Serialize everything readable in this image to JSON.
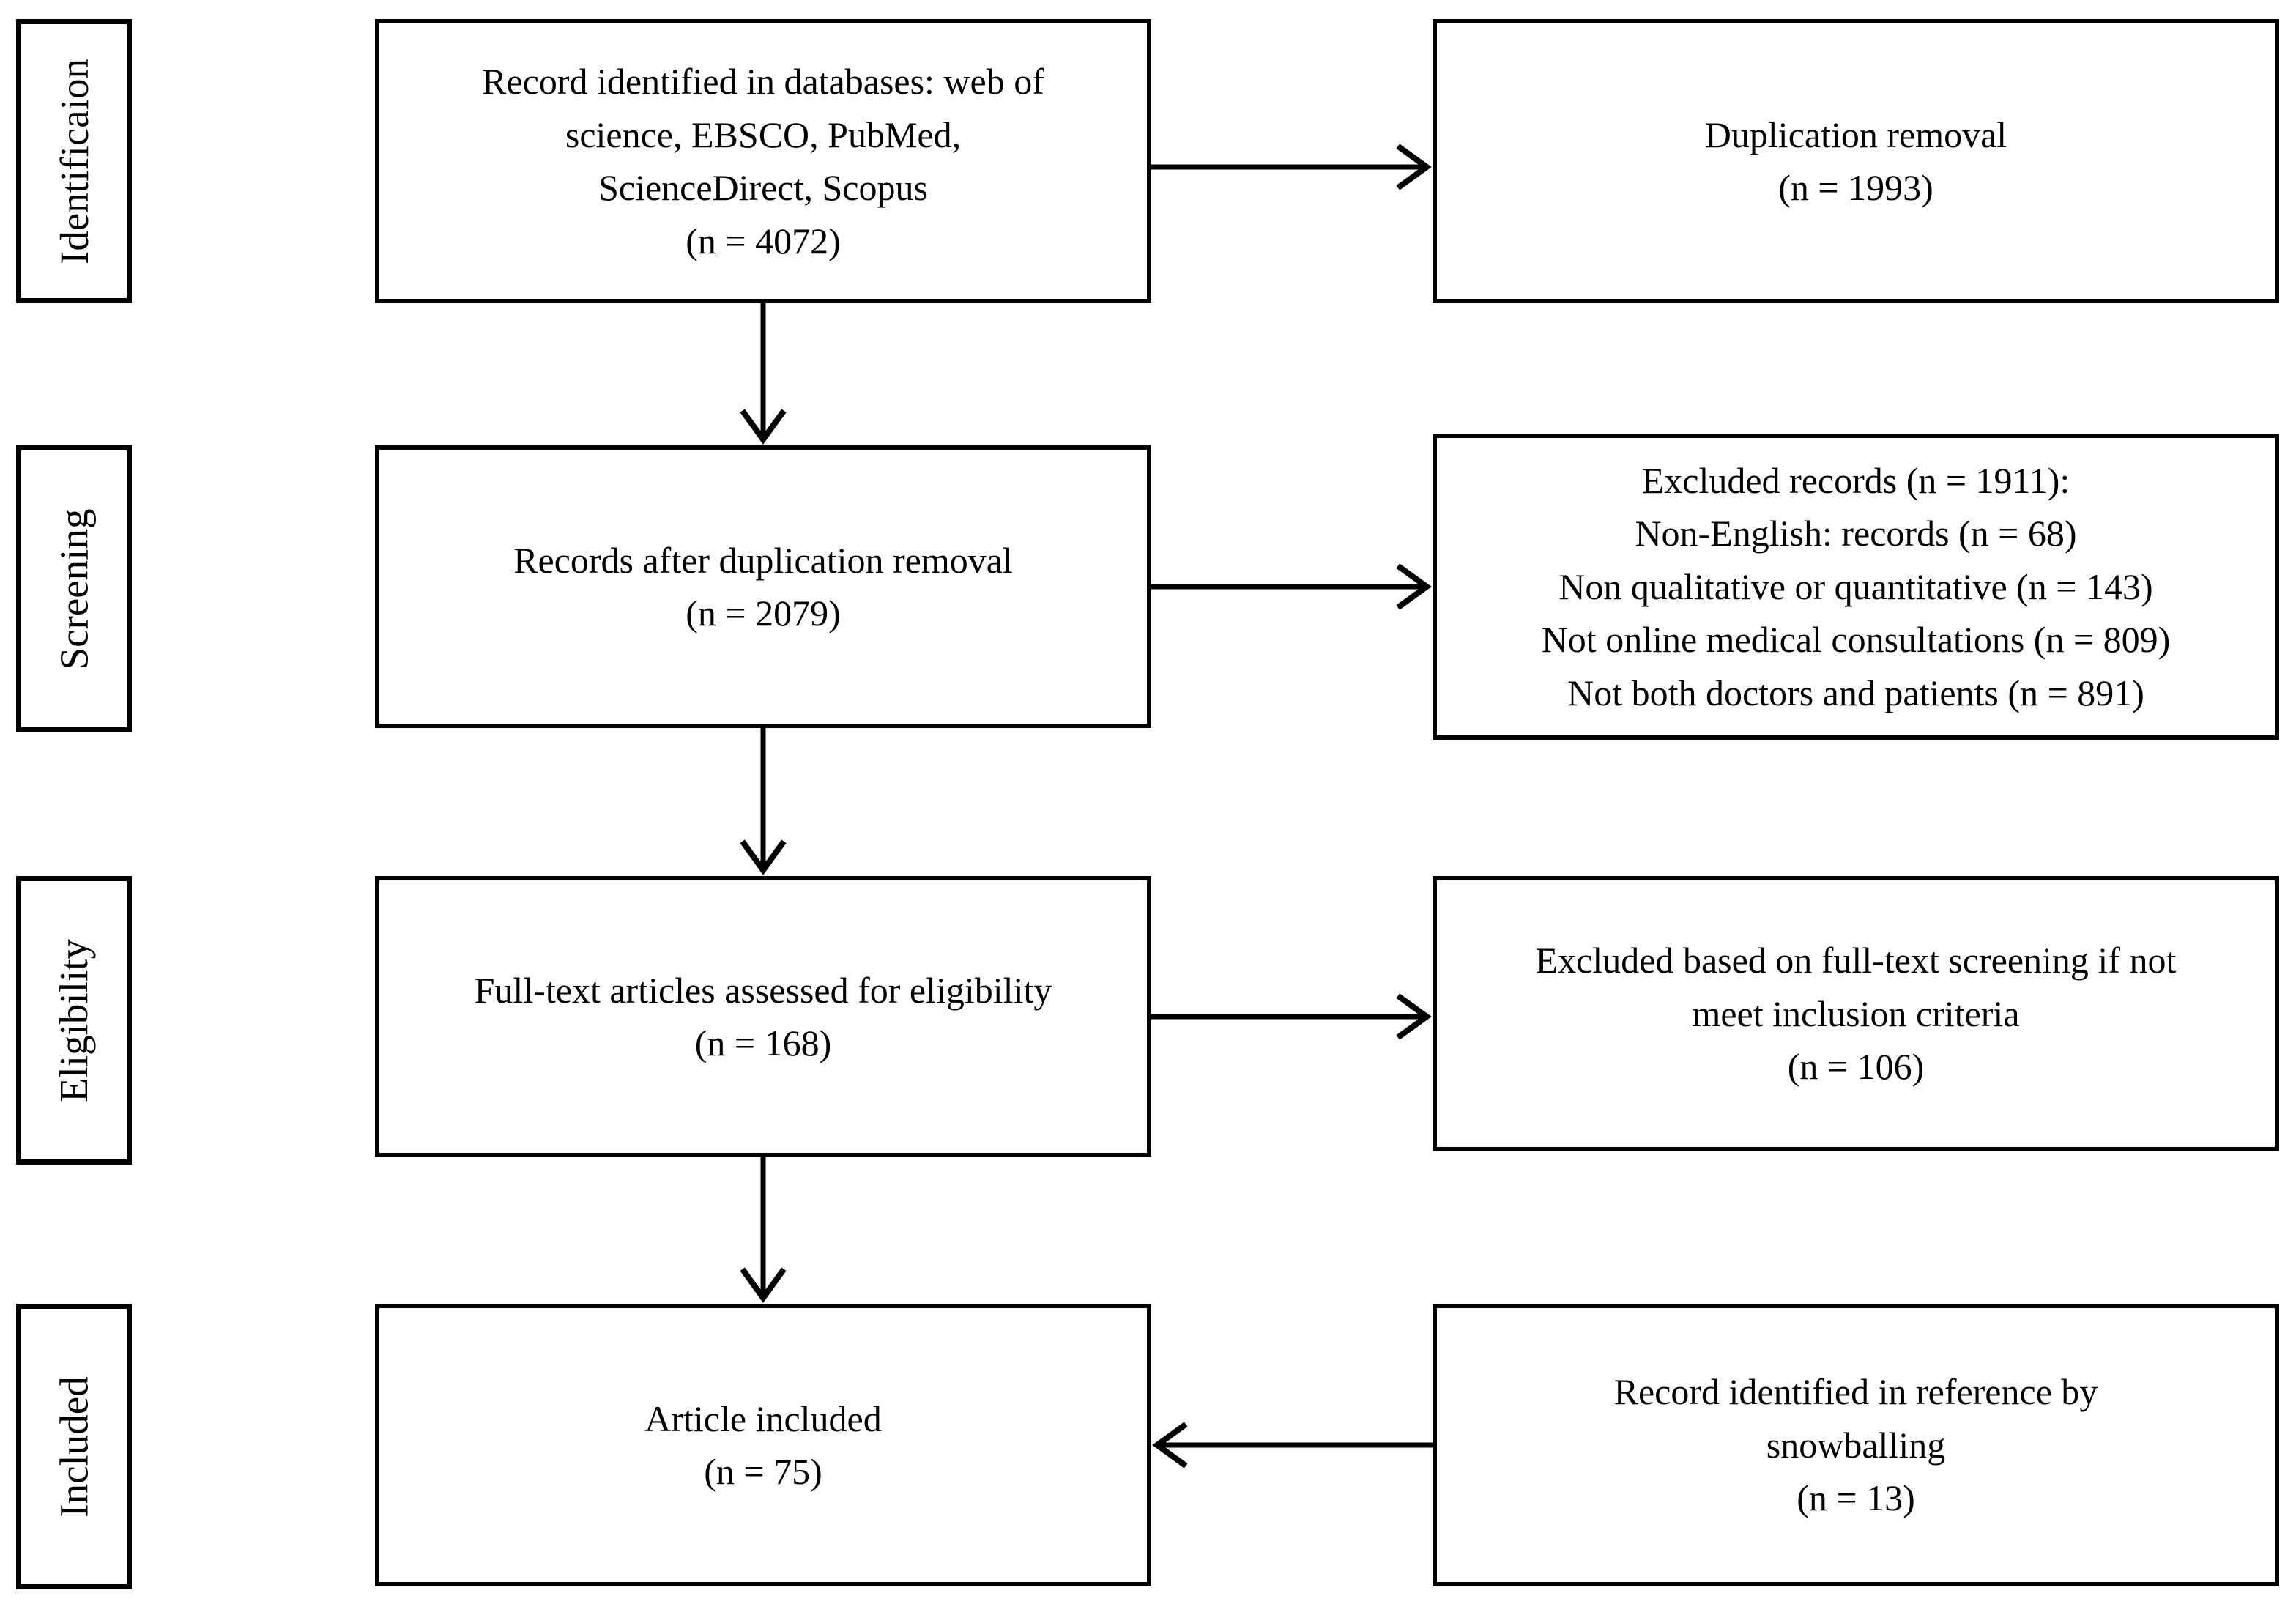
{
  "stages": [
    {
      "label": "Identificaion"
    },
    {
      "label": "Screening"
    },
    {
      "label": "Eligibility"
    },
    {
      "label": "Included"
    }
  ],
  "boxes": {
    "records_identified": {
      "text": "Record identified in databases: web of\nscience, EBSCO, PubMed,\nScienceDirect, Scopus\n(n = 4072)"
    },
    "duplication_removal": {
      "text": "Duplication removal\n(n = 1993)"
    },
    "records_after_duplication": {
      "text": "Records after duplication removal\n(n = 2079)"
    },
    "excluded_records": {
      "text": "Excluded records (n = 1911):\nNon-English: records (n = 68)\nNon qualitative or quantitative (n = 143)\nNot online medical consultations (n = 809)\nNot both doctors and patients (n = 891)"
    },
    "fulltext_assessed": {
      "text": "Full-text articles assessed for eligibility\n(n = 168)"
    },
    "excluded_fulltext": {
      "text": "Excluded based on full-text screening if not\nmeet inclusion criteria\n(n = 106)"
    },
    "article_included": {
      "text": "Article included\n(n = 75)"
    },
    "snowballing": {
      "text": "Record identified in reference by\nsnowballing\n(n = 13)"
    }
  },
  "colors": {
    "line": "#000000",
    "text": "#000000",
    "background": "#ffffff"
  }
}
